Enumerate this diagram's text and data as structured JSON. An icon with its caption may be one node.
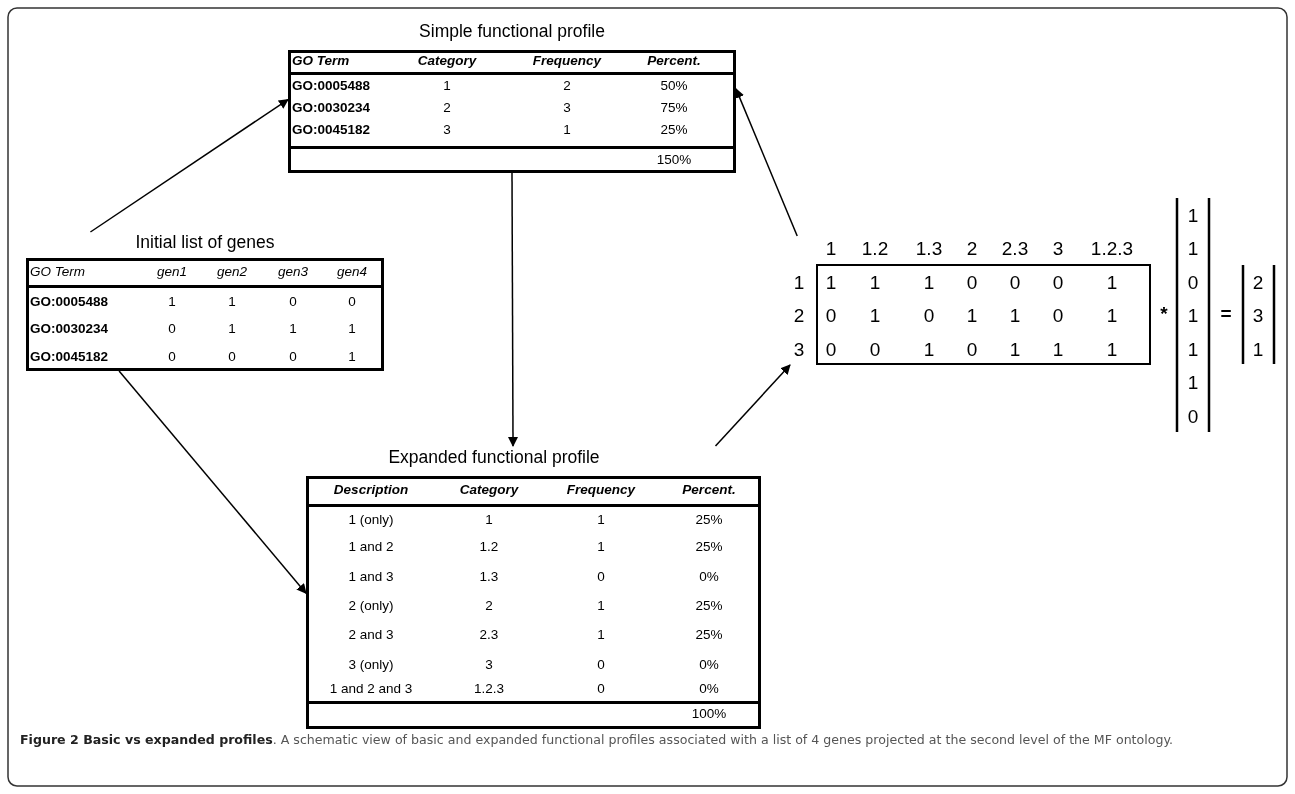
{
  "diagram": {
    "caption": "**Figure 2 Basic vs expanded profiles**. A schematic view of basic and expanded functional profiles associated with a list of 4 genes projected at the second level of the MF ontology.",
    "nodes": [
      {
        "text": [
          "Simple functional profile",
          "GO Term",
          "Category",
          "Frequency",
          "Percent.",
          "GO:0005488",
          "1",
          "2",
          "50%",
          "GO:0030234",
          "2",
          "3",
          "75%",
          "GO:0045182",
          "3",
          "1",
          "25%",
          "150%"
        ]
      },
      {
        "text": [
          "Initial list of genes",
          "GO Term",
          "gen1",
          "gen2",
          "gen3",
          "gen4",
          "GO:0005488",
          "1",
          "1",
          "0",
          "0",
          "GO:0030234",
          "0",
          "1",
          "1",
          "1",
          "GO:0045182",
          "0",
          "0",
          "0",
          "1"
        ]
      },
      {
        "text": [
          "Expanded functional profile",
          "Description",
          "Category",
          "Frequency",
          "Percent.",
          "1 (only)",
          "1",
          "1",
          "25%",
          "1 and 2",
          "1.2",
          "1",
          "25%",
          "1 and 3",
          "1.3",
          "0",
          "0%",
          "2 (only)",
          "2",
          "1",
          "25%",
          "2 and 3",
          "2.3",
          "1",
          "25%",
          "3 (only)",
          "3",
          "0",
          "0%",
          "1 and 2 and 3",
          "1.2.3",
          "0",
          "0%",
          "100%"
        ]
      },
      {
        "text": [
          "1",
          "1",
          "1",
          "0",
          "0",
          "0",
          "1",
          "0",
          "1",
          "0",
          "1",
          "1",
          "0",
          "1",
          "0",
          "0",
          "1",
          "0",
          "1",
          "1",
          "1"
        ],
        "beside": [
          "1",
          "1.2",
          "1.3",
          "2",
          "2.3",
          "3",
          "1.2.3",
          "1",
          "2",
          "3"
        ]
      }
    ],
    "edges": [
      {
        "from": 1,
        "to": 0,
        "arrow": "to"
      },
      {
        "from": 1,
        "to": 2,
        "arrow": "to"
      },
      {
        "from": 0,
        "to": 2,
        "arrow": "to"
      },
      {
        "from": 2,
        "to": 3,
        "arrow": "to"
      },
      {
        "from": 3,
        "to": 0,
        "arrow": "to"
      }
    ],
    "labels": [
      "*",
      "1",
      "1",
      "0",
      "1",
      "1",
      "1",
      "0",
      "=",
      "2",
      "3",
      "1"
    ]
  }
}
